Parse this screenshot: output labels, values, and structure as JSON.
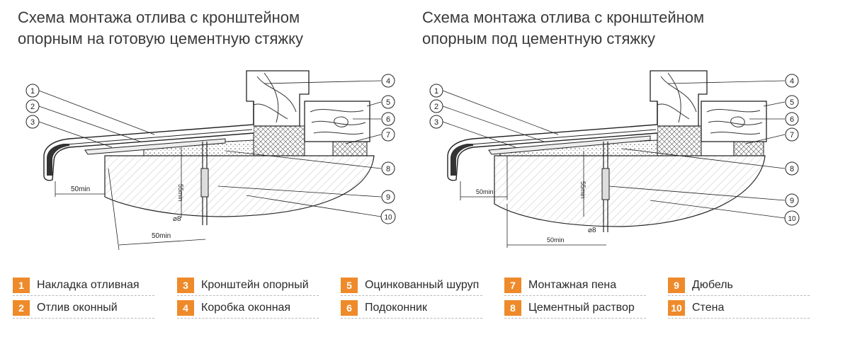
{
  "titles": {
    "left": "Схема монтажа отлива с кронштейном\nопорным на готовую цементную стяжку",
    "right": "Схема монтажа отлива с кронштейном\nопорным под цементную стяжку"
  },
  "callouts": [
    "1",
    "2",
    "3",
    "4",
    "5",
    "6",
    "7",
    "8",
    "9",
    "10"
  ],
  "dimensions": {
    "left": {
      "overhang": "50min",
      "depth": "50min",
      "vertical": "55min",
      "dia": "⌀8"
    },
    "right": {
      "overhang": "50min",
      "depth": "50min",
      "vertical": "55min",
      "dia": "⌀8"
    }
  },
  "legend": [
    {
      "num": "1",
      "label": "Накладка отливная"
    },
    {
      "num": "2",
      "label": "Отлив оконный"
    },
    {
      "num": "3",
      "label": "Кронштейн опорный"
    },
    {
      "num": "4",
      "label": "Коробка оконная"
    },
    {
      "num": "5",
      "label": "Оцинкованный шуруп"
    },
    {
      "num": "6",
      "label": "Подоконник"
    },
    {
      "num": "7",
      "label": "Монтажная пена"
    },
    {
      "num": "8",
      "label": "Цементный раствор"
    },
    {
      "num": "9",
      "label": "Дюбель"
    },
    {
      "num": "10",
      "label": "Стена"
    }
  ],
  "colors": {
    "accent": "#ef8a2a",
    "line": "#222222"
  }
}
